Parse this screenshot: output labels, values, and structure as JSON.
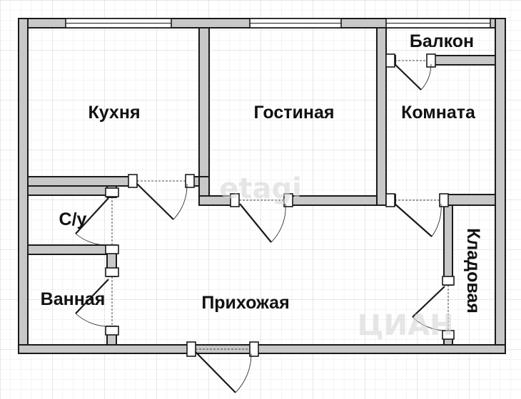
{
  "rooms": {
    "kitchen": "Кухня",
    "living": "Гостиная",
    "balcony": "Балкон",
    "room": "Комната",
    "wc": "С/у",
    "pantry": "Кладовая",
    "bathroom": "Ванная",
    "hallway": "Прихожая"
  },
  "watermarks": {
    "center": "etagi",
    "corner": "ЦИАН"
  },
  "colors": {
    "wall_fill": "#c8c8c8",
    "outline": "#1a1a1a",
    "grid": "#dcdcdc",
    "background": "#ffffff"
  }
}
